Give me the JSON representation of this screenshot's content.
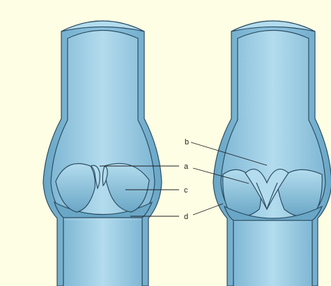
{
  "figure": {
    "background_color": "#fefee4",
    "vessel_fill": "#8fc4df",
    "vessel_shade": "#6aa7c6",
    "vessel_highlight": "#b3dcee",
    "outline_color": "#2c4d63",
    "leader_color": "#1e1e1e",
    "labels": {
      "a": "a",
      "b": "b",
      "c": "c",
      "d": "d"
    }
  }
}
